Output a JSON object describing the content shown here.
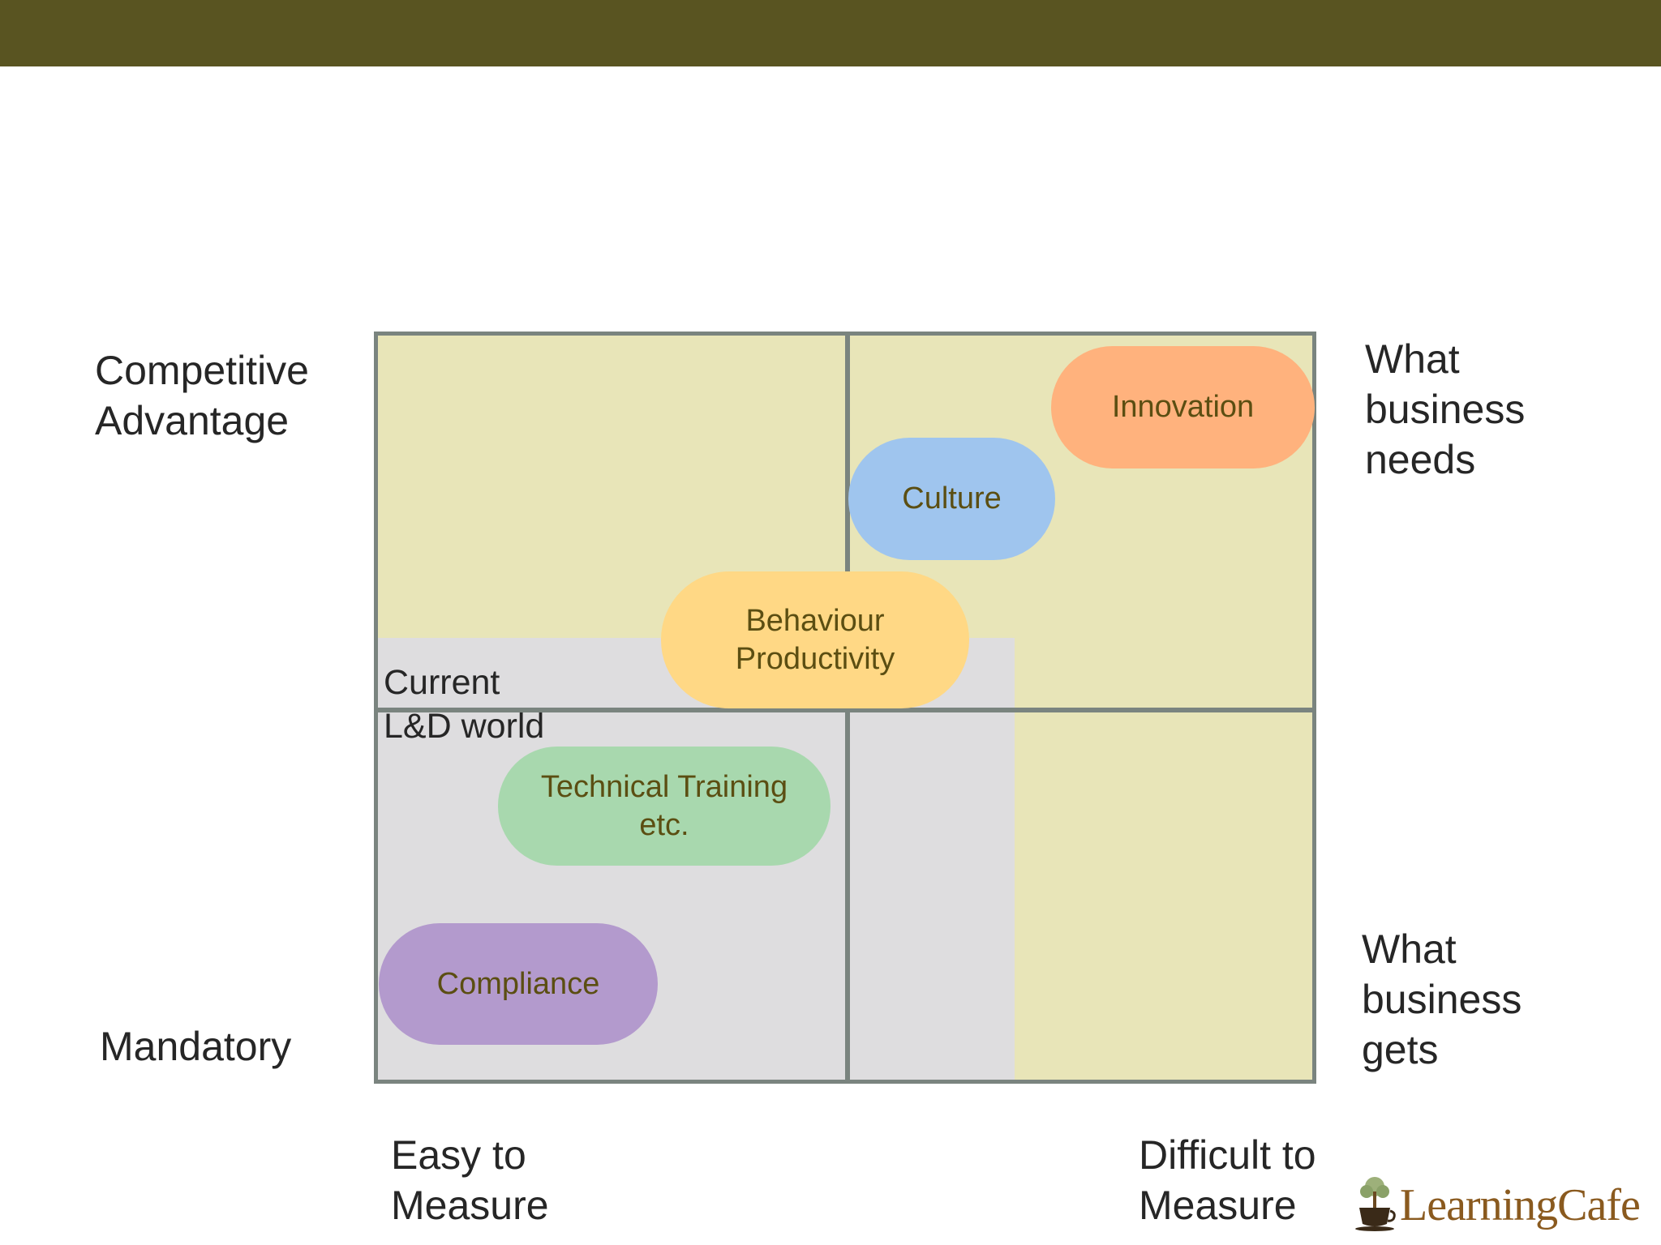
{
  "colors": {
    "top_bar": "#595421",
    "matrix_background": "#e8e5b8",
    "ld_world_background": "#dedddf",
    "grid_lines": "#7a847f",
    "pill_text": "#5b4e12",
    "label_text": "#262626"
  },
  "y_axis": {
    "top_label": "Competitive\nAdvantage",
    "bottom_label": "Mandatory"
  },
  "x_axis": {
    "left_label": "Easy to\nMeasure",
    "right_label": "Difficult to\nMeasure"
  },
  "side_labels": {
    "top_right": "What\nbusiness\nneeds",
    "bottom_right": "What\nbusiness\ngets"
  },
  "region": {
    "label": "Current\nL&D world"
  },
  "items": [
    {
      "label": "Innovation",
      "color": "#ffb27d"
    },
    {
      "label": "Culture",
      "color": "#9fc5ee"
    },
    {
      "label": "Behaviour\nProductivity",
      "color": "#ffd885"
    },
    {
      "label": "Technical Training\netc.",
      "color": "#a8d8ae"
    },
    {
      "label": "Compliance",
      "color": "#b39acd"
    }
  ],
  "logo": {
    "text": "LearningCafe",
    "icon": "coffee-cup-tree-icon"
  }
}
